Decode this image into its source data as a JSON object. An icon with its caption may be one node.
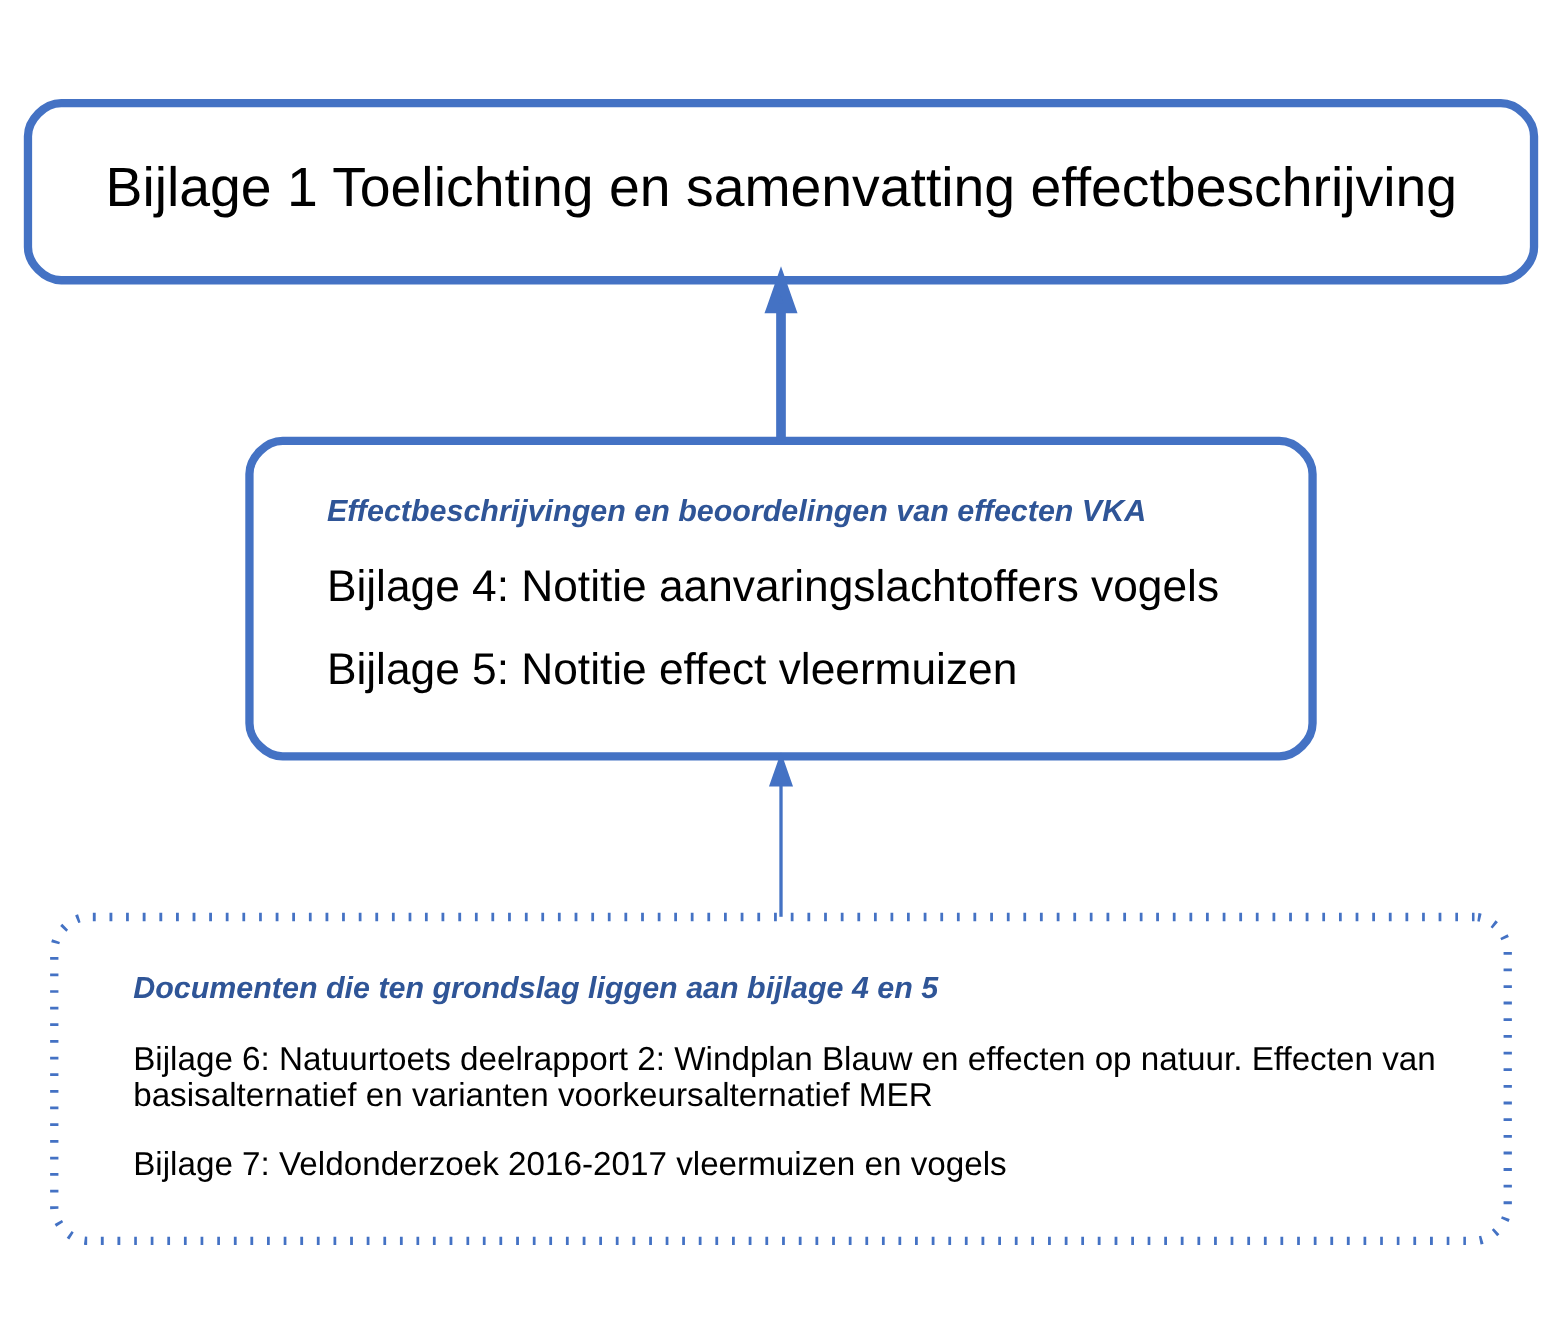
{
  "diagram": {
    "nodes": [
      {
        "text": [
          "Bijlage 1 Toelichting en samenvatting effectbeschrijving"
        ]
      },
      {
        "text": [
          "Effectbeschrijvingen en beoordelingen van effecten VKA",
          "Bijlage 4: Notitie aanvaringslachtoffers vogels",
          "Bijlage 5: Notitie effect vleermuizen"
        ]
      },
      {
        "text": [
          "Documenten die ten grondslag liggen aan bijlage 4 en 5",
          "Bijlage 6: Natuurtoets deelrapport 2: Windplan Blauw en effecten op natuur. Effecten van basisalternatief en varianten voorkeursalternatief MER",
          "Bijlage 7: Veldonderzoek 2016-2017 vleermuizen en vogels"
        ]
      }
    ],
    "edges": [
      {
        "from": 2,
        "to": 1,
        "arrow": "to"
      },
      {
        "from": 1,
        "to": 0,
        "arrow": "to",
        "style": "thick"
      }
    ]
  }
}
